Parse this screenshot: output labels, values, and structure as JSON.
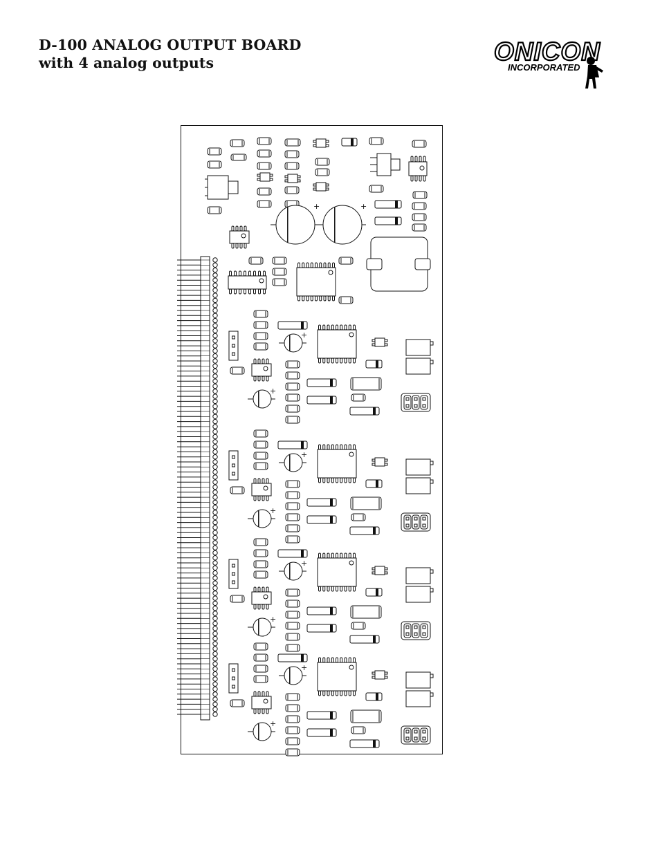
{
  "header": {
    "title_line1": "D-100 ANALOG OUTPUT BOARD",
    "title_line2": "with 4 analog outputs"
  },
  "logo": {
    "brand_text": "ONICON",
    "sub_text": "INCORPORATED"
  },
  "board": {
    "capacitor_plus_symbol": "+",
    "output_channels": 4
  },
  "colors": {
    "ink": "#111111",
    "background": "#ffffff"
  }
}
